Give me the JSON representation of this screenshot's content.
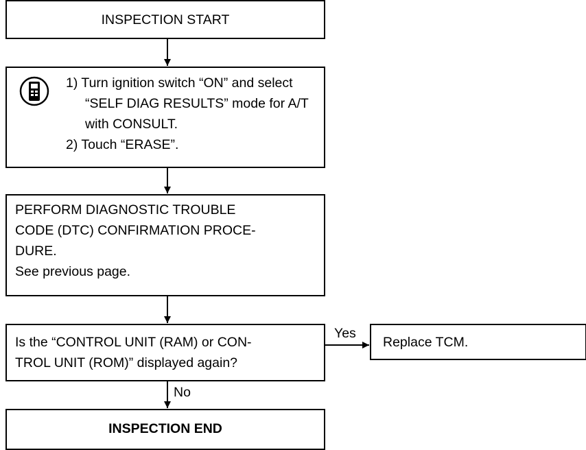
{
  "flowchart": {
    "start_label": "INSPECTION START",
    "consult_step": {
      "icon": "consult-tester-icon",
      "steps": [
        "1) Turn ignition switch “ON” and select “SELF DIAG RESULTS” mode for A/T with CONSULT.",
        "2) Touch “ERASE”."
      ]
    },
    "dtc_step": {
      "lines": [
        "PERFORM DIAGNOSTIC TROUBLE",
        "CODE (DTC) CONFIRMATION PROCE-",
        "DURE.",
        "See previous page."
      ]
    },
    "decision": {
      "lines": [
        "Is the “CONTROL UNIT (RAM) or CON-",
        "TROL UNIT (ROM)” displayed again?"
      ],
      "yes_label": "Yes",
      "no_label": "No"
    },
    "yes_action": "Replace TCM.",
    "end_label": "INSPECTION END"
  }
}
